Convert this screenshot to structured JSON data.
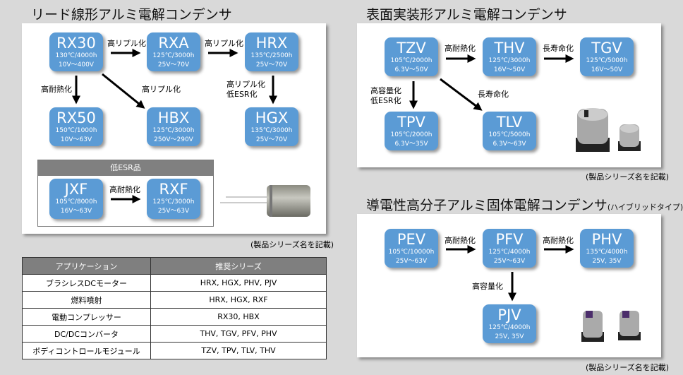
{
  "lead": {
    "title": "リード線形アルミ電解コンデンサ",
    "boxes": [
      {
        "name": "RX30",
        "spec1": "130℃/4000h",
        "spec2": "10V～400V"
      },
      {
        "name": "RXA",
        "spec1": "125℃/3000h",
        "spec2": "25V～70V"
      },
      {
        "name": "HRX",
        "spec1": "135℃/2500h",
        "spec2": "25V～70V"
      },
      {
        "name": "RX50",
        "spec1": "150℃/1000h",
        "spec2": "10V～63V"
      },
      {
        "name": "HBX",
        "spec1": "125℃/3000h",
        "spec2": "250V～290V"
      },
      {
        "name": "HGX",
        "spec1": "135℃/3000h",
        "spec2": "25V～70V"
      }
    ],
    "arrows": [
      "高リプル化",
      "高リプル化",
      "高耐熱化",
      "高リプル化",
      "高リプル化",
      "低ESR化"
    ],
    "low_esr": {
      "header": "低ESR品",
      "boxes": [
        {
          "name": "JXF",
          "spec1": "105℃/8000h",
          "spec2": "16V～63V"
        },
        {
          "name": "RXF",
          "spec1": "125℃/3000h",
          "spec2": "25V～63V"
        }
      ],
      "arrow": "高耐熱化"
    },
    "note": "(製品シリーズ名を記載)"
  },
  "table": {
    "headers": [
      "アプリケーション",
      "推奨シリーズ"
    ],
    "rows": [
      [
        "ブラシレスDCモーター",
        "HRX, HGX, PHV, PJV"
      ],
      [
        "燃料噴射",
        "HRX, HGX, RXF"
      ],
      [
        "電動コンプレッサー",
        "RX30, HBX"
      ],
      [
        "DC/DCコンバータ",
        "THV, TGV, PFV, PHV"
      ],
      [
        "ボディコントロールモジュール",
        "TZV, TPV, TLV, THV"
      ]
    ]
  },
  "smd": {
    "title": "表面実装形アルミ電解コンデンサ",
    "boxes": [
      {
        "name": "TZV",
        "spec1": "105℃/2000h",
        "spec2": "6.3V～50V"
      },
      {
        "name": "THV",
        "spec1": "125℃/3000h",
        "spec2": "16V～50V"
      },
      {
        "name": "TGV",
        "spec1": "125℃/5000h",
        "spec2": "16V～50V"
      },
      {
        "name": "TPV",
        "spec1": "105℃/2000h",
        "spec2": "6.3V～35V"
      },
      {
        "name": "TLV",
        "spec1": "105℃/5000h",
        "spec2": "6.3V～63V"
      }
    ],
    "arrows": [
      "高耐熱化",
      "長寿命化",
      "高容量化",
      "低ESR化",
      "長寿命化"
    ],
    "note": "(製品シリーズ名を記載)"
  },
  "polymer": {
    "title": "導電性高分子アルミ固体電解コンデンサ",
    "subtitle": "(ハイブリッドタイプ)",
    "boxes": [
      {
        "name": "PEV",
        "spec1": "105℃/10000h",
        "spec2": "25V～63V"
      },
      {
        "name": "PFV",
        "spec1": "125℃/4000h",
        "spec2": "25V～63V"
      },
      {
        "name": "PHV",
        "spec1": "135℃/4000h",
        "spec2": "25V, 35V"
      },
      {
        "name": "PJV",
        "spec1": "125℃/4000h",
        "spec2": "25V, 35V"
      }
    ],
    "arrows": [
      "高耐熱化",
      "高耐熱化",
      "高容量化"
    ],
    "note": "(製品シリーズ名を記載)"
  },
  "colors": {
    "box": "#5b9bd5",
    "header": "#7f7f7f",
    "background": "#d9d9d9"
  }
}
